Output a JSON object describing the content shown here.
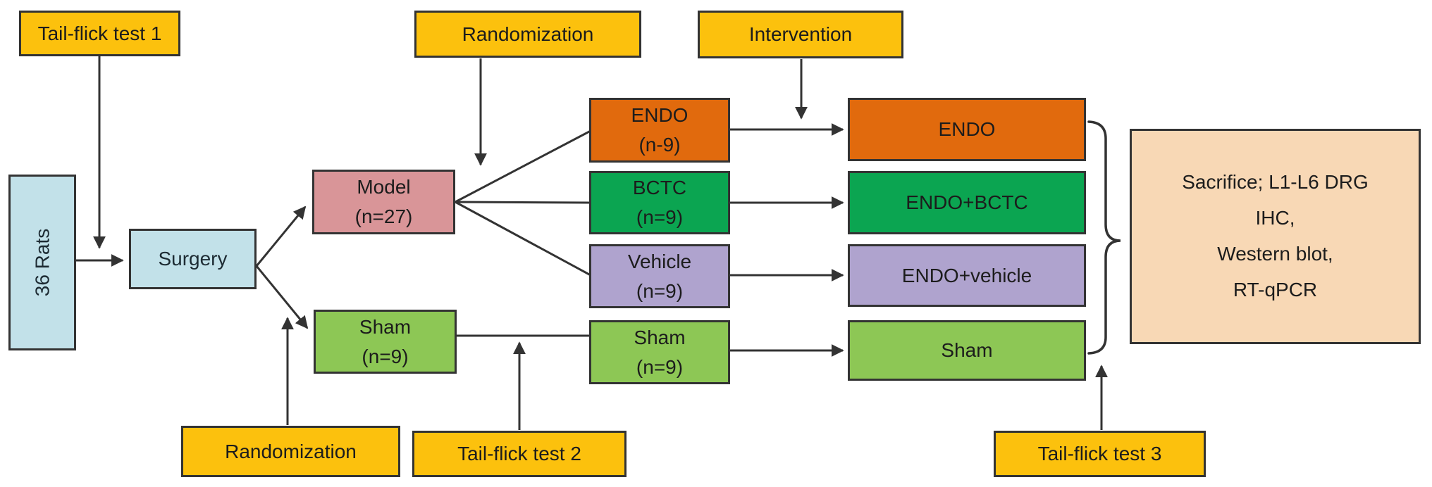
{
  "figure": {
    "description": "Animal study experimental design flowchart",
    "nodes": {
      "tail_flick_1": {
        "label": "Tail-flick test 1"
      },
      "rats": {
        "label": "36 Rats"
      },
      "surgery": {
        "label": "Surgery"
      },
      "model": {
        "name": "Model",
        "count": "(n=27)"
      },
      "sham_initial": {
        "name": "Sham",
        "count": "(n=9)"
      },
      "randomization_top": {
        "label": "Randomization"
      },
      "randomization_bottom": {
        "label": "Randomization"
      },
      "intervention": {
        "label": "Intervention"
      },
      "endo_group": {
        "name": "ENDO",
        "count": "(n-9)"
      },
      "bctc_group": {
        "name": "BCTC",
        "count": "(n=9)"
      },
      "vehicle_group": {
        "name": "Vehicle",
        "count": "(n=9)"
      },
      "sham_group": {
        "name": "Sham",
        "count": "(n=9)"
      },
      "endo_final": {
        "label": "ENDO"
      },
      "endo_bctc_final": {
        "label": "ENDO+BCTC"
      },
      "endo_vehicle_final": {
        "label": "ENDO+vehicle"
      },
      "sham_final": {
        "label": "Sham"
      },
      "tail_flick_2": {
        "label": "Tail-flick test 2"
      },
      "tail_flick_3": {
        "label": "Tail-flick test 3"
      },
      "outcome": {
        "line1": "Sacrifice; L1-L6 DRG",
        "line2": "IHC,",
        "line3": "Western blot,",
        "line4": "RT-qPCR"
      }
    },
    "colors": {
      "timeline_yellow": "#fcc10d",
      "cohort_blue": "#c2e1e9",
      "model_pink": "#d99598",
      "sham_green": "#8dc755",
      "bctc_green": "#0ba551",
      "endo_orange": "#e16a0d",
      "vehicle_purple": "#afa3ce",
      "outcome_peach": "#f8d8b5",
      "line_dark": "#333333"
    }
  }
}
